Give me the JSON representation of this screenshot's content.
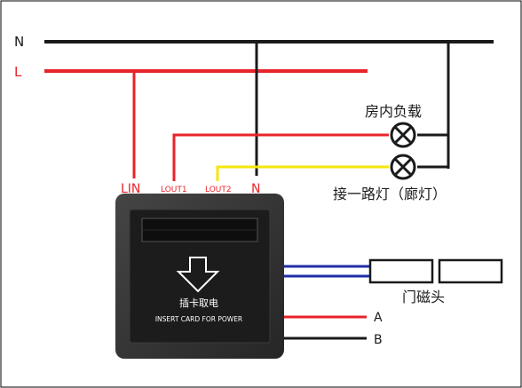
{
  "labels": {
    "neutral": "N",
    "live": "L",
    "lin": "LIN",
    "lout1": "LOUT1",
    "lout2": "LOUT2",
    "n_terminal": "N",
    "room_load": "房内负载",
    "corridor_light": "接一路灯（廊灯）",
    "door_sensor": "门磁头",
    "terminal_a": "A",
    "terminal_b": "B"
  },
  "switch_panel": {
    "chinese_text": "插卡取电",
    "english_text": "INSERT CARD FOR POWER",
    "arrow_icon": "down-arrow-icon"
  },
  "colors": {
    "neutral_wire": "#1a1a1a",
    "live_wire": "#e8232a",
    "lout2_wire": "#f5e60c",
    "door_wire": "#1f2fa8",
    "label_red": "#e8232a",
    "panel_frame": "#2e2e2e",
    "panel_face": "#1c1c1c"
  }
}
